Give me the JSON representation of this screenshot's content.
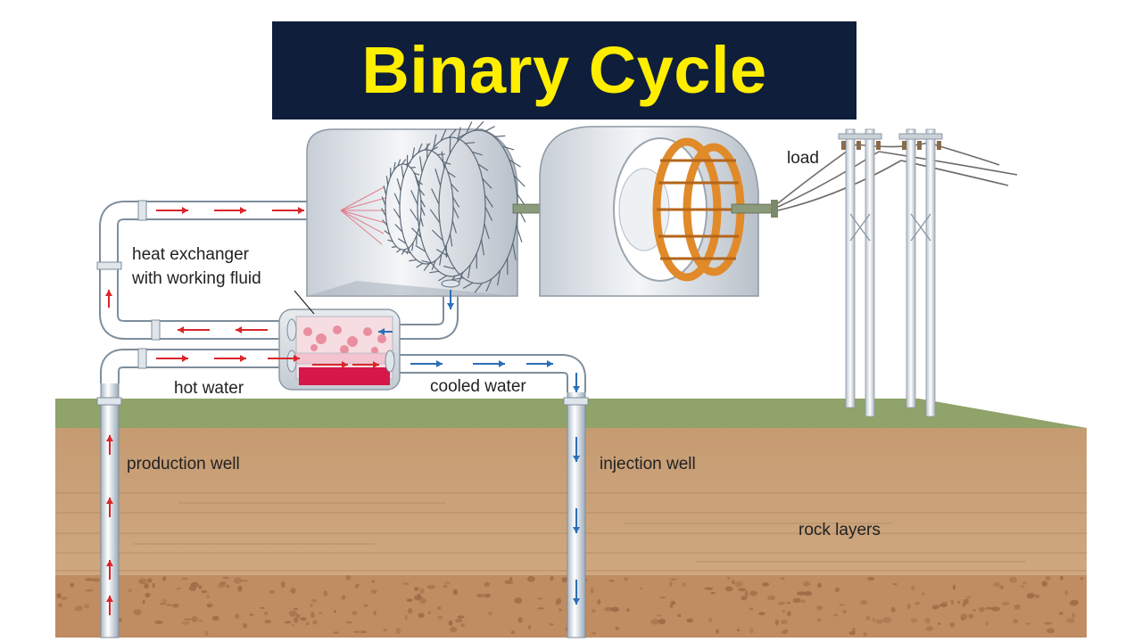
{
  "title": "Binary Cycle",
  "labels": {
    "load": "load",
    "heat_exchanger_line1": "heat exchanger",
    "heat_exchanger_line2": "with working fluid",
    "hot_water": "hot water",
    "cooled_water": "cooled water",
    "production_well": "production well",
    "injection_well": "injection well",
    "rock_layers": "rock layers"
  },
  "colors": {
    "banner_bg": "#0f1e3a",
    "title_text": "#ffee00",
    "ground_grass": "#8fa36a",
    "soil": "#c9a27a",
    "hot_arrow": "#d9262b",
    "cold_arrow": "#2a6fb6",
    "rotor": "#e08a2a"
  }
}
